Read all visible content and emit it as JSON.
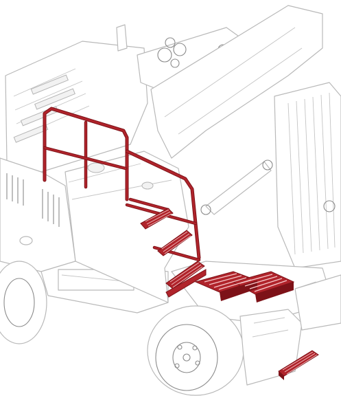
{
  "colors": {
    "background": "#ffffff",
    "machine_line": "#b9b9b9",
    "highlight_red": "#b0242b",
    "highlight_red_dark": "#7d1218",
    "highlight_red_light": "#d9434a"
  },
  "highlighted_parts": [
    "handrail",
    "access-steps",
    "walkway-grating",
    "rear-step"
  ]
}
